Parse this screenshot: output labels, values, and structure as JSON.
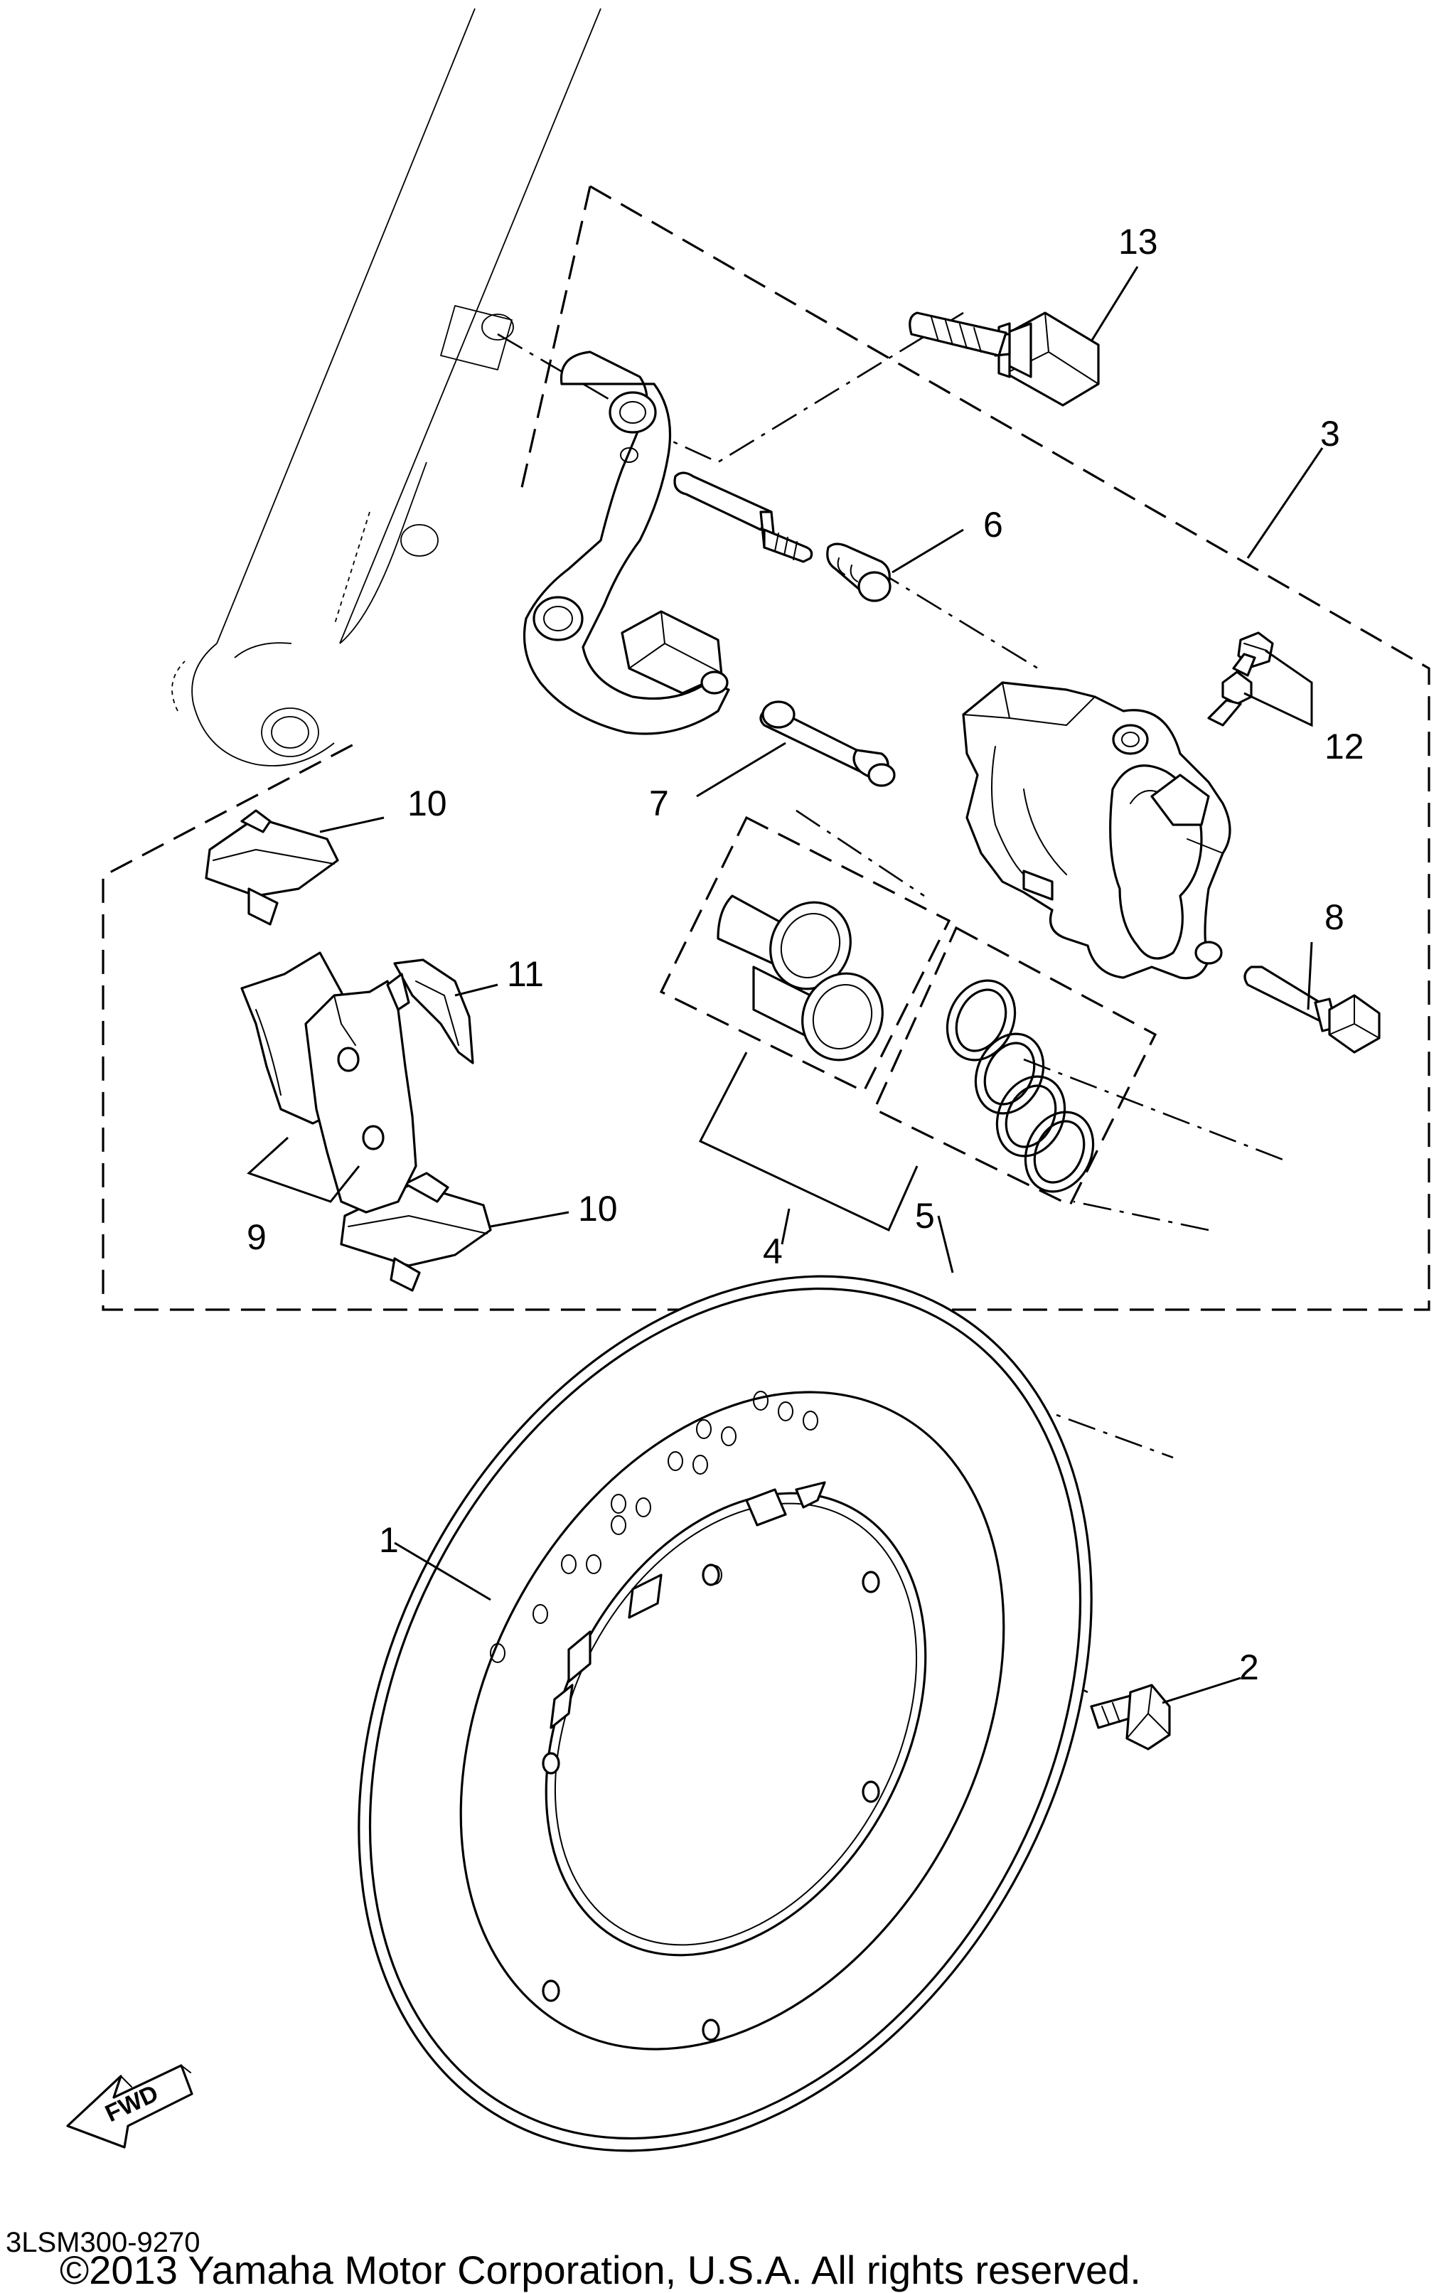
{
  "diagram": {
    "callouts": {
      "c1": "1",
      "c2": "2",
      "c3": "3",
      "c4": "4",
      "c5": "5",
      "c6": "6",
      "c7": "7",
      "c8": "8",
      "c9": "9",
      "c10a": "10",
      "c10b": "10",
      "c11": "11",
      "c12": "12",
      "c13": "13"
    },
    "fwd_label": "FWD"
  },
  "footer": {
    "drawing_code": "3LSM300-9270",
    "copyright": "©2013 Yamaha Motor Corporation, U.S.A. All rights reserved."
  }
}
